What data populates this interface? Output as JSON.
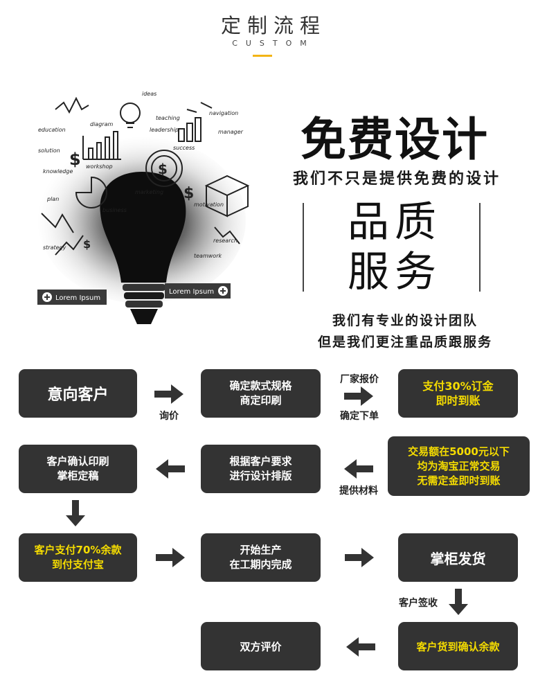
{
  "header": {
    "title": "定制流程",
    "subtitle": "CUSTOM",
    "accent": "#f3b415"
  },
  "illustration": {
    "lorem_left": "Lorem Ipsum",
    "lorem_right": "Lorem Ipsum",
    "words": [
      "ideas",
      "teaching",
      "leadership",
      "success",
      "education",
      "solution",
      "diagram",
      "workshop",
      "knowledge",
      "plan",
      "marketing",
      "business",
      "motivation",
      "strategy",
      "research",
      "teamwork",
      "manager",
      "navigation"
    ]
  },
  "promo": {
    "free_design": "免费设计",
    "free_sub": "我们不只是提供免费的设计",
    "quality_1": "品质",
    "quality_2": "服务",
    "team_1": "我们有专业的设计团队",
    "team_2": "但是我们更注重品质跟服务"
  },
  "flow": {
    "b1": {
      "lines": [
        "意向客户"
      ]
    },
    "b2": {
      "lines": [
        "确定款式规格",
        "商定印刷"
      ]
    },
    "b3": {
      "lines": [
        "支付30%订金",
        "即时到账"
      ]
    },
    "b4": {
      "lines": [
        "客户确认印刷",
        "掌柜定稿"
      ]
    },
    "b5": {
      "lines": [
        "根据客户要求",
        "进行设计排版"
      ]
    },
    "b6": {
      "lines": [
        "交易额在5000元以下",
        "均为淘宝正常交易",
        "无需定金即时到账"
      ]
    },
    "b7": {
      "lines": [
        "客户支付70%余款",
        "到付支付宝"
      ]
    },
    "b8": {
      "lines": [
        "开始生产",
        "在工期内完成"
      ]
    },
    "b9": {
      "lines": [
        "掌柜发货"
      ]
    },
    "b10": {
      "lines": [
        "双方评价"
      ]
    },
    "b11": {
      "lines": [
        "客户货到确认余款"
      ]
    },
    "labels": {
      "inquiry": "询价",
      "factory_quote": "厂家报价",
      "confirm_order": "确定下单",
      "provide_material": "提供材料",
      "sign_receipt": "客户签收"
    },
    "box_color": "#333333",
    "highlight_color": "#f5dc00"
  }
}
